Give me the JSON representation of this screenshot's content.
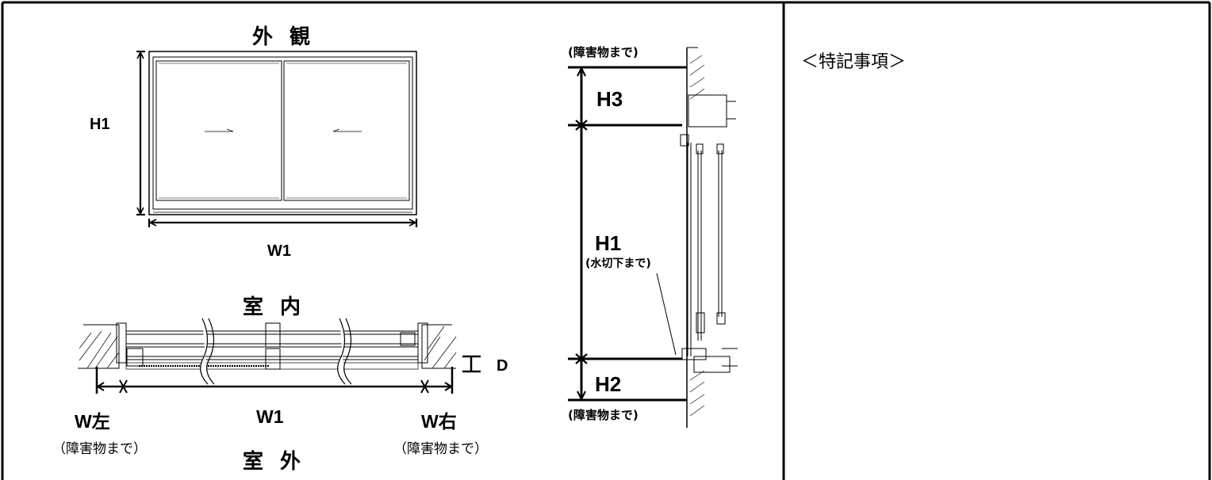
{
  "notes": {
    "title": "＜特記事項＞"
  },
  "exterior": {
    "title": "外 観",
    "h_label": "H1",
    "w_label": "W1"
  },
  "plan": {
    "indoor": "室 内",
    "outdoor": "室 外",
    "w_left": "W左",
    "w_center": "W1",
    "w_right": "W右",
    "left_note": "（障害物まで）",
    "right_note": "（障害物まで）",
    "depth_label": "D"
  },
  "section": {
    "top_note": "(障害物まで)",
    "h3": "H3",
    "h1": "H1",
    "h1_note": "(水切下まで)",
    "h2": "H2",
    "bottom_note": "(障害物まで)"
  }
}
